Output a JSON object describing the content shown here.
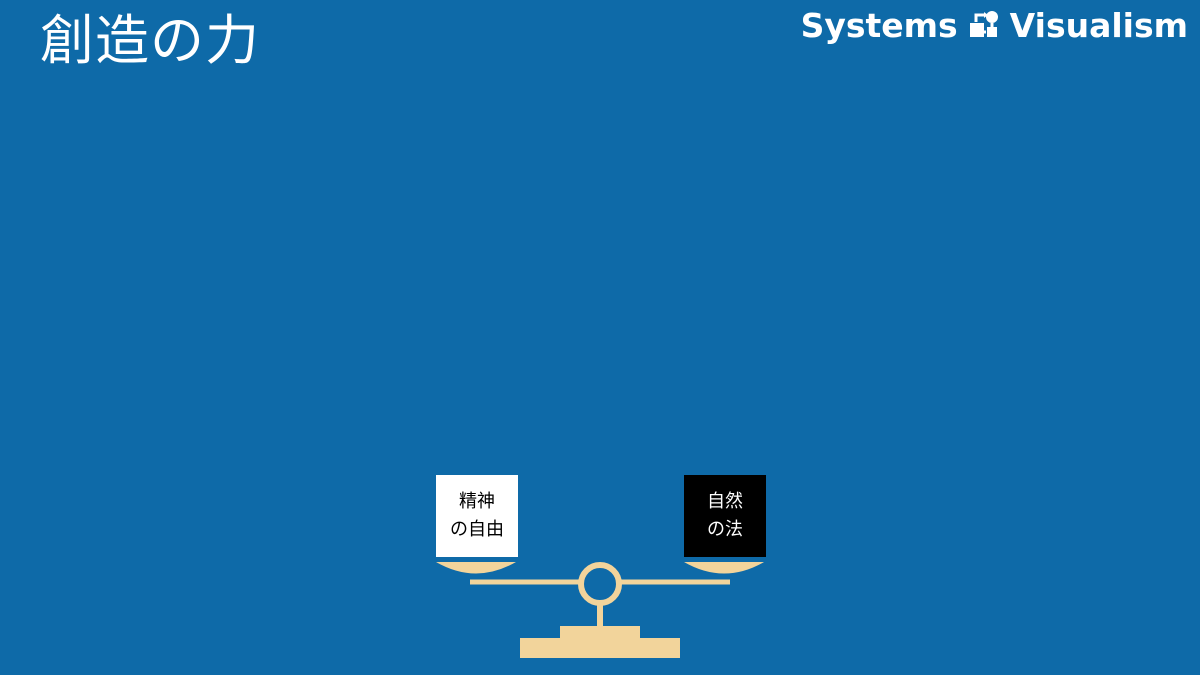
{
  "title": "創造の力",
  "logo": {
    "left_text": "Systems",
    "right_text": "Visualism",
    "icon": "systems-visualism-logo-icon"
  },
  "balance": {
    "left_pan_label": "精神\nの自由",
    "right_pan_label": "自然\nの法",
    "left_pan_color": "#ffffff",
    "right_pan_color": "#000000",
    "scale_color": "#f2d49b"
  },
  "colors": {
    "background": "#0e6aa8",
    "text": "#ffffff"
  }
}
